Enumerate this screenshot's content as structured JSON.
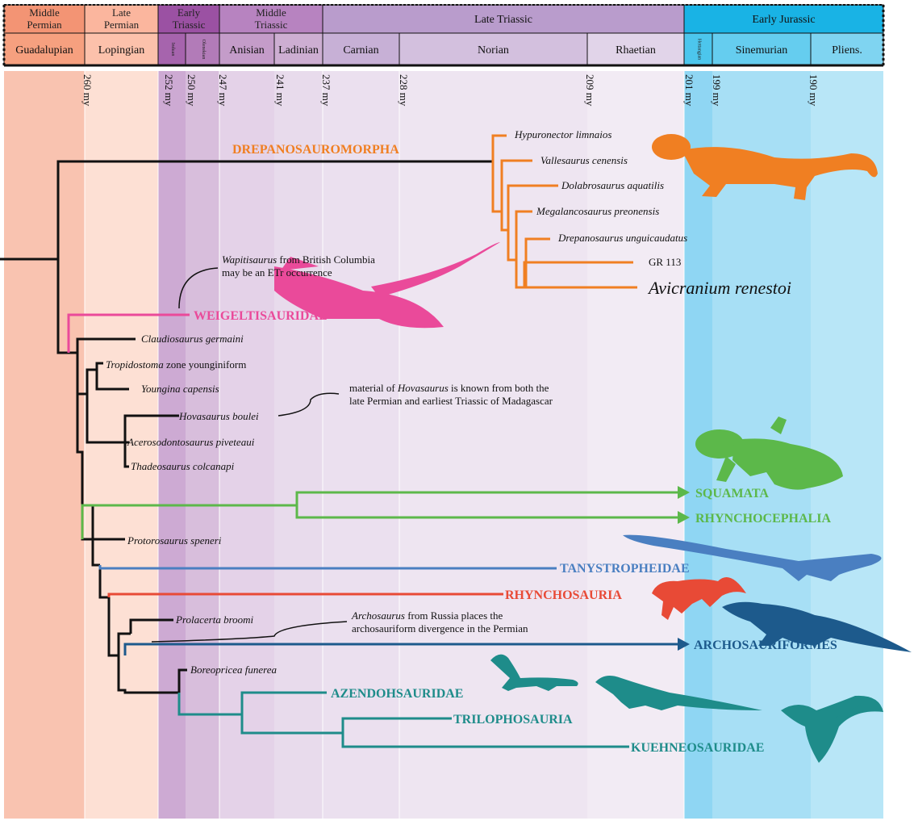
{
  "periods": [
    {
      "label": [
        "Middle",
        "Permian"
      ],
      "color": "#f39474"
    },
    {
      "label": [
        "Late",
        "Permian"
      ],
      "color": "#fbb69e"
    },
    {
      "label": [
        "Early",
        "Triassic"
      ],
      "color": "#9b51a3"
    },
    {
      "label": [
        "Middle",
        "Triassic"
      ],
      "color": "#b783c0"
    },
    {
      "label": [
        "Late Triassic"
      ],
      "color": "#b99ccc"
    },
    {
      "label": [
        "Early Jurassic"
      ],
      "color": "#19b3e5"
    }
  ],
  "stages": [
    {
      "label": "Guadalupian",
      "color": "#f6a07f",
      "size": "big"
    },
    {
      "label": "Lopingian",
      "color": "#fcc1ab",
      "size": "big"
    },
    {
      "label": "Induan",
      "color": "#a664ad",
      "size": "tiny"
    },
    {
      "label": "Olenekian",
      "color": "#b27bb8",
      "size": "tiny"
    },
    {
      "label": "Anisian",
      "color": "#c49cc9",
      "size": "big"
    },
    {
      "label": "Ladinian",
      "color": "#cdaed2",
      "size": "big"
    },
    {
      "label": "Carnian",
      "color": "#c7b0d6",
      "size": "big"
    },
    {
      "label": "Norian",
      "color": "#d3c0de",
      "size": "big"
    },
    {
      "label": "Rhaetian",
      "color": "#e1d4e9",
      "size": "big"
    },
    {
      "label": "Hettangian",
      "color": "#4cc6ed",
      "size": "tiny"
    },
    {
      "label": "Sinemurian",
      "color": "#65cdef",
      "size": "big"
    },
    {
      "label": "Pliens.",
      "color": "#7fd4f1",
      "size": "big"
    }
  ],
  "ages": [
    "260 my",
    "252 my",
    "250 my",
    "247 my",
    "241 my",
    "237 my",
    "228 my",
    "209 my",
    "201 my",
    "199 my",
    "190 my"
  ],
  "taxa": {
    "hyp": "Hypuronector limnaios",
    "val": "Vallesaurus cenensis",
    "dol": "Dolabrosaurus aquatilis",
    "meg": "Megalancosaurus preonensis",
    "dre": "Drepanosaurus unguicaudatus",
    "gr": "GR 113",
    "avi": "Avicranium renestoi",
    "cla": "Claudiosaurus germaini",
    "tro_genus": "Tropidostoma",
    "tro_rest": " zone younginiform",
    "you": "Youngina capensis",
    "hov": "Hovasaurus boulei",
    "ace": "Acerosodontosaurus piveteaui",
    "tha": "Thadeosaurus colcanapi",
    "pro": "Protorosaurus speneri",
    "prl": "Prolacerta broomi",
    "bor": "Boreopricea funerea"
  },
  "clades": {
    "drepanosauromorpha": {
      "label": "DREPANOSAUROMORPHA",
      "color": "#f07f22"
    },
    "weigeltisauridae": {
      "label": "WEIGELTISAURIDAE",
      "color": "#ea4a9a"
    },
    "squamata": {
      "label": "SQUAMATA",
      "color": "#5cb84a"
    },
    "rhynchocephalia": {
      "label": "RHYNCHOCEPHALIA",
      "color": "#5cb84a"
    },
    "tanystropheidae": {
      "label": "TANYSTROPHEIDAE",
      "color": "#4a7fc1"
    },
    "rhynchosauria": {
      "label": "RHYNCHOSAURIA",
      "color": "#e84a36"
    },
    "archosauriformes": {
      "label": "ARCHOSAURIFORMES",
      "color": "#1d5a8c"
    },
    "azendohsauridae": {
      "label": "AZENDOHSAURIDAE",
      "color": "#1e8c8a"
    },
    "trilophosauria": {
      "label": "TRILOPHOSAURIA",
      "color": "#1e8c8a"
    },
    "kuehneosauridae": {
      "label": "KUEHNEOSAURIDAE",
      "color": "#1e8c8a"
    }
  },
  "notes": {
    "wapiti": {
      "genus": "Wapitisaurus",
      "rest1": " from British Columbia",
      "line2": "may be an ETr occurrence"
    },
    "hovasaurus": {
      "pre": "material of ",
      "genus": "Hovasaurus",
      "rest1": " is known from both the",
      "line2": "late Permian and earliest Triassic of Madagascar"
    },
    "archosaurus": {
      "genus": "Archosaurus",
      "rest1": " from Russia places the",
      "line2": "archosauriform divergence in the Permian"
    }
  }
}
